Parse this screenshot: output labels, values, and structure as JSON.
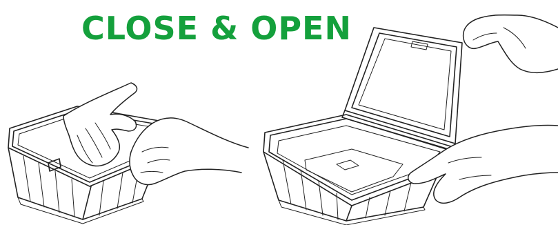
{
  "title": {
    "text": "CLOSE & OPEN",
    "color": "#14a03c"
  },
  "illustrations": [
    {
      "name": "close",
      "icon": "container-closed-with-hands"
    },
    {
      "name": "open",
      "icon": "container-open-lid-with-hands"
    }
  ]
}
